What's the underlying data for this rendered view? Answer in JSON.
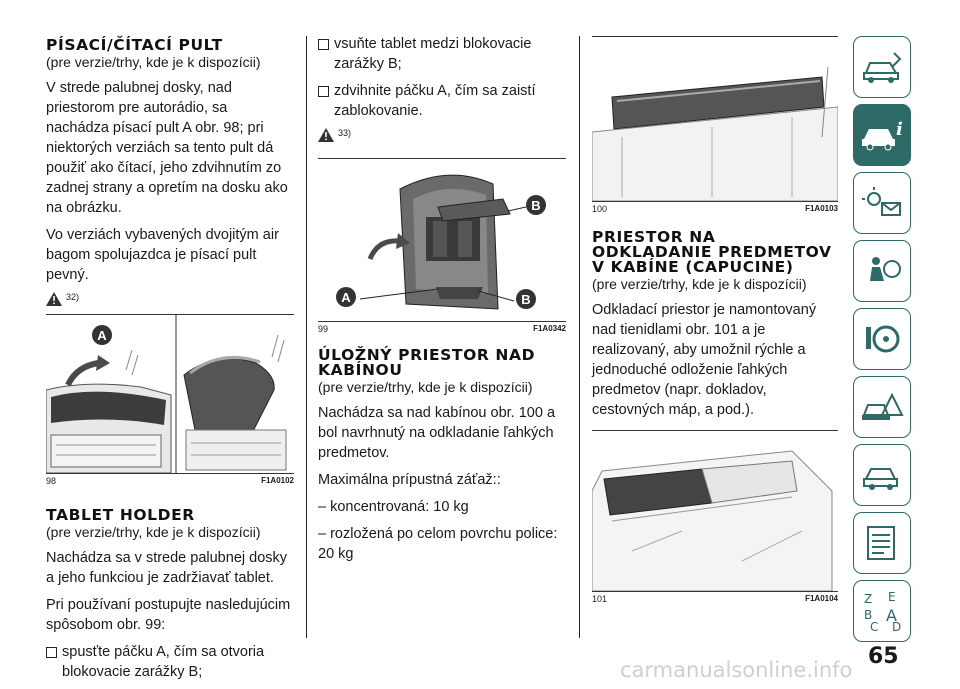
{
  "col1": {
    "heading1": "PÍSACÍ/ČÍTACÍ PULT",
    "sub1": "(pre verzie/trhy, kde je k dispozícii)",
    "p1": "V strede palubnej dosky, nad priestorom pre autorádio, sa nachádza písací pult A obr. 98; pri niektorých verziách sa tento pult dá použiť ako čítací, jeho zdvihnutím zo zadnej strany a opretím na dosku ako na obrázku.",
    "p2": "Vo verziách vybavených dvojitým air bagom spolujazdca je písací pult pevný.",
    "warn": "32)",
    "fig_num": "98",
    "fig_code": "F1A0102",
    "fig_label_a": "A",
    "heading2": "TABLET HOLDER",
    "sub2": "(pre verzie/trhy, kde je k dispozícii)",
    "p3": "Nachádza sa v strede palubnej dosky a jeho funkciou je zadržiavať tablet.",
    "p4": "Pri používaní postupujte nasledujúcim spôsobom obr. 99:",
    "bullet1": "spusťte páčku A, čím sa otvoria blokovacie zarážky B;"
  },
  "col2": {
    "bullet2": "vsuňte tablet medzi blokovacie zarážky B;",
    "bullet3": "zdvihnite páčku A, čím sa zaistí zablokovanie.",
    "warn": "33)",
    "fig_num": "99",
    "fig_code": "F1A0342",
    "label_a": "A",
    "label_b": "B",
    "heading": "ÚLOŽNÝ PRIESTOR NAD KABÍNOU",
    "sub": "(pre verzie/trhy, kde je k dispozícii)",
    "p1": "Nachádza sa nad kabínou obr. 100 a bol navrhnutý na odkladanie ľahkých predmetov.",
    "p2": "Maximálna prípustná záťaž::",
    "p3": "– koncentrovaná: 10 kg",
    "p4": "– rozložená po celom povrchu police: 20 kg"
  },
  "col3": {
    "fig1_num": "100",
    "fig1_code": "F1A0103",
    "heading": "PRIESTOR NA ODKLADANIE PREDMETOV V KABÍNE (CAPUCINE)",
    "sub": "(pre verzie/trhy, kde je k dispozícii)",
    "p1": "Odkladací priestor je namontovaný nad tienidlami obr. 101 a je realizovaný, aby umožnil rýchle a jednoduché odloženie ľahkých predmetov (napr. dokladov, cestovných máp, a pod.).",
    "fig2_num": "101",
    "fig2_code": "F1A0104"
  },
  "sidebar": {
    "icons": [
      "car-tools-icon",
      "car-info-icon",
      "warning-lights-icon",
      "airbag-passenger-icon",
      "steering-key-icon",
      "car-warning-triangle-icon",
      "car-service-icon",
      "index-list-icon",
      "alphabet-index-icon"
    ],
    "active_index": 1,
    "accent": "#2e6a68"
  },
  "page_number": "65",
  "watermark": "carmanualsonline.info"
}
